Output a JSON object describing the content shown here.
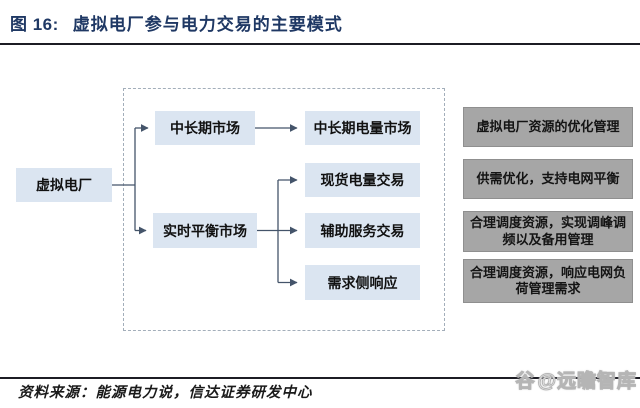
{
  "figure": {
    "label": "图 16:",
    "title": "虚拟电厂参与电力交易的主要模式"
  },
  "diagram": {
    "root": {
      "label": "虚拟电厂"
    },
    "markets": [
      {
        "label": "中长期市场"
      },
      {
        "label": "实时平衡市场"
      }
    ],
    "trades": [
      {
        "label": "中长期电量市场"
      },
      {
        "label": "现货电量交易"
      },
      {
        "label": "辅助服务交易"
      },
      {
        "label": "需求侧响应"
      }
    ],
    "outcomes": [
      {
        "label": "虚拟电厂资源的优化管理"
      },
      {
        "label": "供需优化，支持电网平衡"
      },
      {
        "label": "合理调度资源，实现调峰调频以及备用管理"
      },
      {
        "label": "合理调度资源，响应电网负荷管理需求"
      }
    ]
  },
  "footer": {
    "source": "资料来源：能源电力说，信达证券研发中心",
    "watermark_logo": "谷",
    "watermark": "@远瞻智库"
  },
  "colors": {
    "title": "#1f3864",
    "box_blue": "#dbe5f1",
    "box_gray": "#a6a6a6",
    "connector": "#44546a"
  }
}
